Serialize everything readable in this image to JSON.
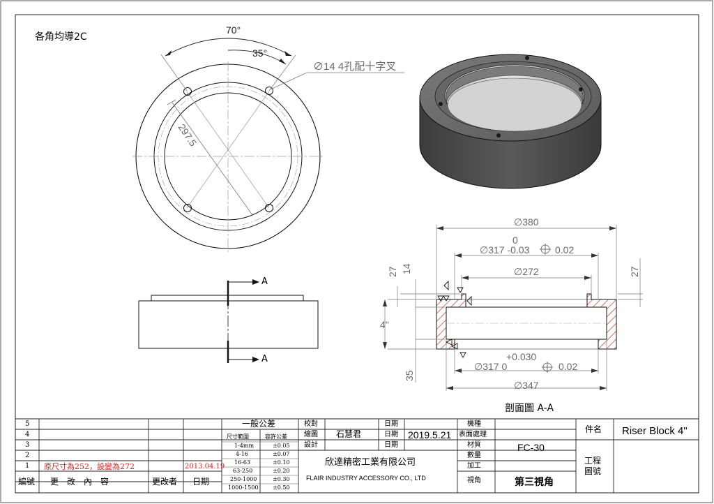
{
  "notes": {
    "chamfer": "各角均導2C",
    "hole_callout": "∅14  4孔配十字叉",
    "angle_outer": "70°",
    "angle_inner": "35°",
    "bolt_circle": "297.5"
  },
  "section": {
    "label_top": "A",
    "label_bottom": "A",
    "title": "剖面圖 A-A",
    "dims": {
      "od": "∅380",
      "bore_top_upper": "0",
      "bore_top": "∅317 -0.03",
      "bore_top_pos": "0.02",
      "inner": "∅272",
      "height_left": "27",
      "step_left": "14",
      "height_right": "27",
      "inch": "4\"",
      "bore_bot_upper": "+0.030",
      "bore_bot": "∅317  0",
      "bore_bot_pos": "0.02",
      "od_bot": "∅347",
      "step_bot": "35"
    }
  },
  "title_block": {
    "rev_rows": [
      {
        "no": "5",
        "desc": "",
        "date": ""
      },
      {
        "no": "4",
        "desc": "",
        "date": ""
      },
      {
        "no": "3",
        "desc": "",
        "date": ""
      },
      {
        "no": "2",
        "desc": "",
        "date": ""
      },
      {
        "no": "1",
        "desc": "原尺寸為252，設變為272",
        "date": "2013.04.19"
      }
    ],
    "rev_headers": {
      "no": "編號",
      "desc": "更　改　內　容",
      "changer": "更改者",
      "date": "日期"
    },
    "tolerance": {
      "title": "一般公差",
      "col1": "尺寸範圍",
      "col2": "容許公差",
      "rows": [
        {
          "range": "1-4mm",
          "tol": "±0.05"
        },
        {
          "range": "4-16",
          "tol": "±0.07"
        },
        {
          "range": "16-63",
          "tol": "±0.10"
        },
        {
          "range": "63-250",
          "tol": "±0.20"
        },
        {
          "range": "250-1000",
          "tol": "±0.30"
        },
        {
          "range": "1000-1500",
          "tol": "±0.50"
        }
      ]
    },
    "approvals": {
      "check": "校對",
      "draw": "繪圖",
      "design": "設計",
      "date1": "日期",
      "date2": "日期",
      "date3": "日期",
      "drawer": "石慧君",
      "draw_date": "2019.5.21"
    },
    "company_cn": "欣達精密工業有限公司",
    "company_en": "FLAIR INDUSTRY ACCESSORY CO., LTD",
    "labels": {
      "model": "機種",
      "surface": "表面處理",
      "material": "材質",
      "qty": "數量",
      "process": "加工",
      "view": "視角"
    },
    "values": {
      "material": "FC-30",
      "view": "第三視角"
    },
    "part_label": "件名",
    "part_name": "Riser Block 4\"",
    "drawing_no_label": "工程\n圖號"
  }
}
